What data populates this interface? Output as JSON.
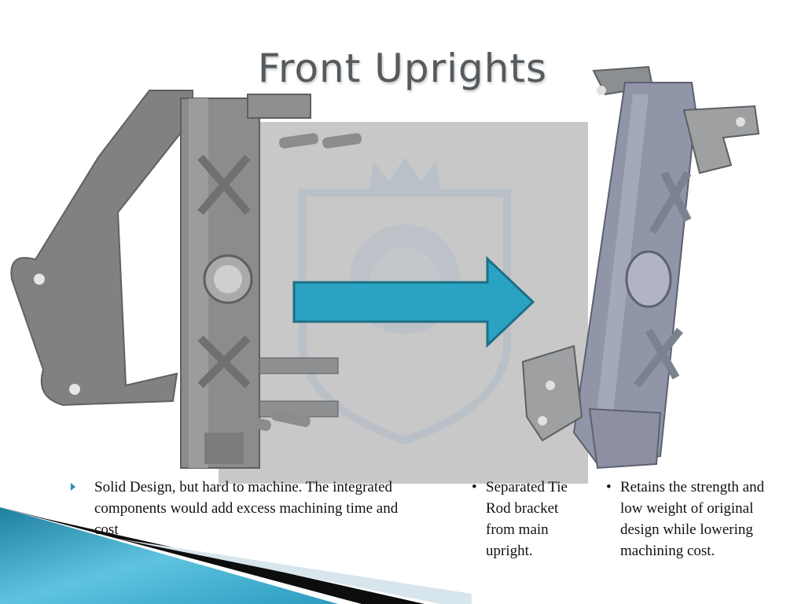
{
  "slide": {
    "title": "Front Uprights"
  },
  "bullets": {
    "left": "Solid Design, but hard to machine. The integrated components would add excess machining time and cost",
    "middle": "Separated Tie Rod bracket from main upright.",
    "right": "Retains the strength and low weight of original design while lowering machining cost."
  },
  "colors": {
    "title": "#555a5e",
    "arrow": "#2aa3c2",
    "panel": "#c8c8c8",
    "accent": "#2a8fb0"
  },
  "icons": {
    "arrow": "right-arrow-icon",
    "bullet": "triangle-bullet-icon"
  }
}
